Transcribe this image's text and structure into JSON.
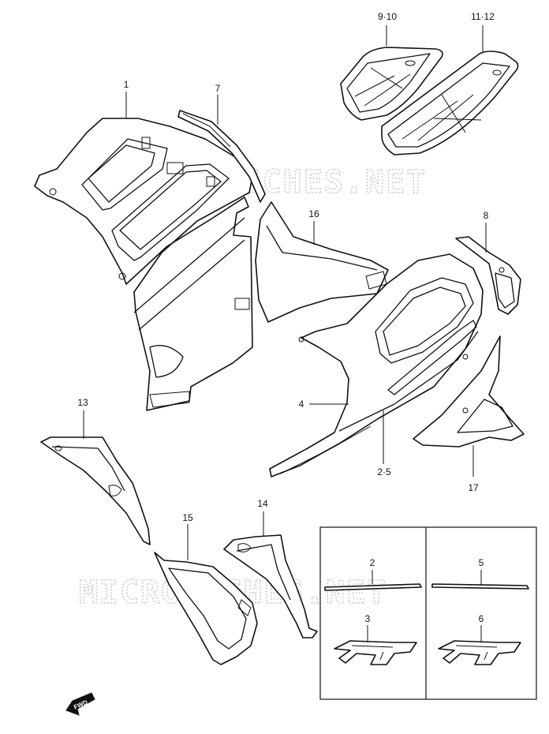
{
  "watermark": {
    "text": "MICROFICHES.NET"
  },
  "fwd_label": "FWD",
  "callouts": {
    "p1": "1",
    "p7": "7",
    "p9_10": "9·10",
    "p11_12": "11·12",
    "p16": "16",
    "p8": "8",
    "p4": "4",
    "p2_5": "2·5",
    "p17": "17",
    "p13": "13",
    "p15": "15",
    "p14": "14",
    "p2": "2",
    "p5": "5",
    "p3": "3",
    "p6": "6"
  }
}
